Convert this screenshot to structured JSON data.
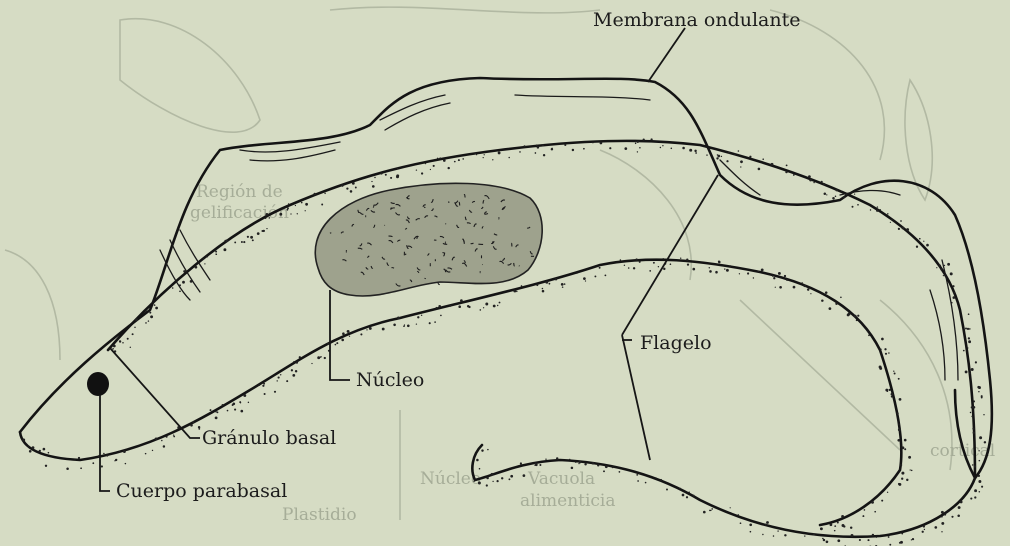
{
  "figure": {
    "labels": {
      "membrana_ondulante": "Membrana ondulante",
      "nucleo": "Núcleo",
      "flagelo": "Flagelo",
      "granulo_basal": "Gránulo basal",
      "cuerpo_parabasal": "Cuerpo parabasal"
    },
    "background_labels": {
      "region_line1": "Región de",
      "region_line2": "gelificación",
      "vacuola_line1": "Vacuola",
      "vacuola_line2": "alimenticia",
      "nucleo_bg": "Núcleo",
      "plastidio": "Plastidio",
      "cortical": "cortical"
    },
    "colors": {
      "paper": "#d6dcc4",
      "ink": "#141414",
      "ghost_ink": "#a6ad98"
    }
  }
}
